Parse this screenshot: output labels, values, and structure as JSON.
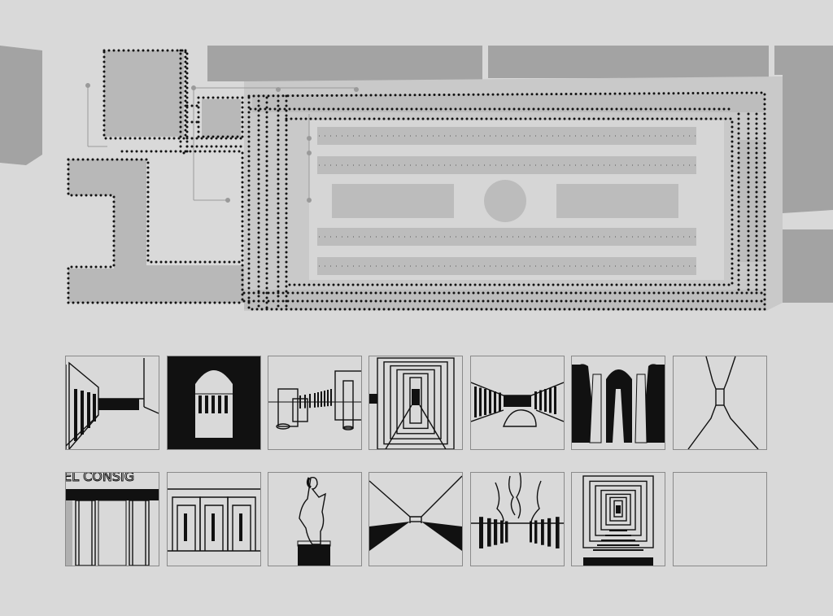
{
  "colors": {
    "background": "#d9d9d9",
    "block_dark": "#a3a3a3",
    "block_mid": "#b8b8b8",
    "block_light": "#c6c6c6",
    "dots": "#111111",
    "ink": "#111111",
    "paper": "#d9d9d9"
  },
  "plan": {
    "name": "site-plan",
    "features": [
      "city-blocks",
      "dotted-colonnade",
      "garden-beds",
      "central-fountain",
      "annotation-leaders"
    ]
  },
  "sequence": {
    "rows": [
      [
        {
          "name": "vignette-arcade-corridor",
          "icon": "corridor-perspective"
        },
        {
          "name": "vignette-arched-opening",
          "icon": "arch-portal"
        },
        {
          "name": "vignette-column-row",
          "icon": "column-row"
        },
        {
          "name": "vignette-nested-frames",
          "icon": "tunnel-frames"
        },
        {
          "name": "vignette-courtyard-fountain",
          "icon": "courtyard-basin"
        },
        {
          "name": "vignette-double-arch",
          "icon": "twin-arches"
        },
        {
          "name": "vignette-hourglass-lines",
          "icon": "hourglass-lines"
        }
      ],
      [
        {
          "name": "vignette-inscription-gate",
          "icon": "inscribed-gate",
          "text": "EL CONSIG"
        },
        {
          "name": "vignette-repeated-portals",
          "icon": "portal-rows"
        },
        {
          "name": "vignette-statue",
          "icon": "statue-figure"
        },
        {
          "name": "vignette-horizon-plane",
          "icon": "ground-plane"
        },
        {
          "name": "vignette-tree-avenue",
          "icon": "tree-avenue"
        },
        {
          "name": "vignette-stair-tunnel",
          "icon": "stair-tunnel"
        },
        {
          "name": "vignette-empty",
          "icon": "blank-frame"
        }
      ]
    ]
  }
}
